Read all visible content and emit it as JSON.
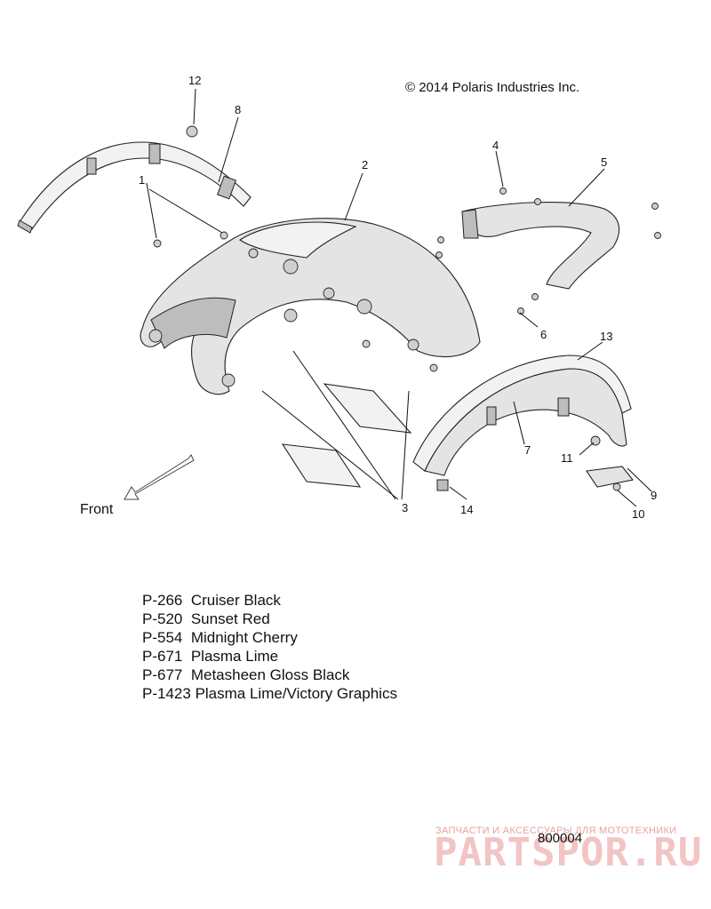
{
  "copyright": "© 2014 Polaris Industries Inc.",
  "front_label": "Front",
  "callouts": [
    "1",
    "2",
    "3",
    "4",
    "5",
    "6",
    "7",
    "8",
    "9",
    "10",
    "11",
    "12",
    "13",
    "14"
  ],
  "paint_codes": [
    {
      "code": "P-266",
      "name": "Cruiser Black"
    },
    {
      "code": "P-520",
      "name": "Sunset Red"
    },
    {
      "code": "P-554",
      "name": "Midnight Cherry"
    },
    {
      "code": "P-671",
      "name": "Plasma Lime"
    },
    {
      "code": "P-677",
      "name": "Metasheen Gloss Black"
    },
    {
      "code": "P-1423",
      "name": "Plasma Lime/Victory Graphics"
    }
  ],
  "diagram_id": "800004",
  "watermark": {
    "tagline": "ЗАПЧАСТИ И АКСЕССУАРЫ ДЛЯ МОТОТЕХНИКИ",
    "logo": "PARTSPOR.RU"
  }
}
